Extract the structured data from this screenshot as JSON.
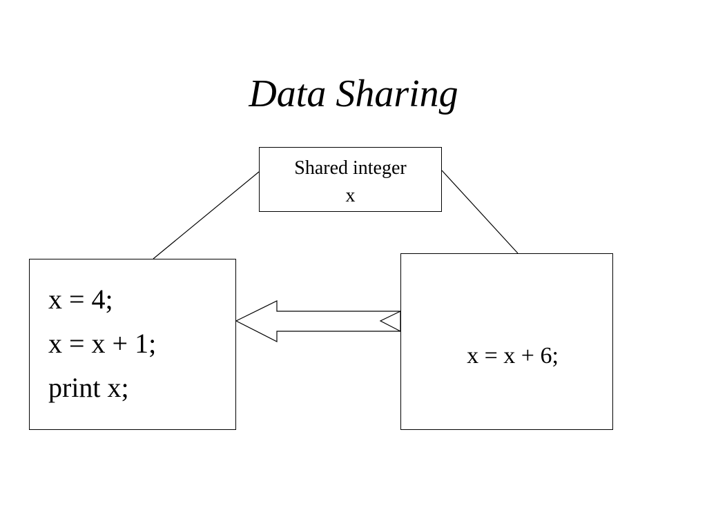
{
  "title": "Data Sharing",
  "shared": {
    "line1": "Shared integer",
    "line2": "x"
  },
  "left_process": {
    "lines": [
      "x = 4;",
      "x = x + 1;",
      "print x;"
    ]
  },
  "right_process": {
    "line": "x = x + 6;"
  },
  "colors": {
    "stroke": "#000000",
    "background": "#ffffff"
  }
}
